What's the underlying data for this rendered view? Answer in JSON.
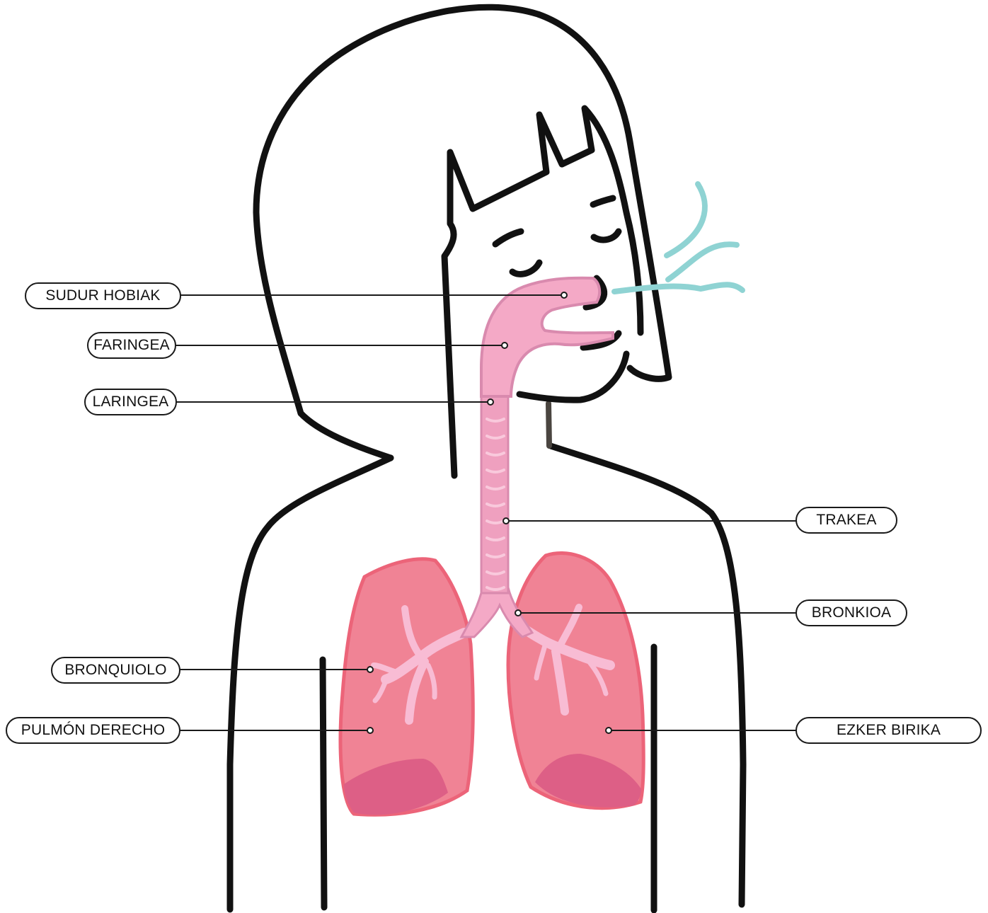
{
  "colors": {
    "outline": "#111111",
    "lung": "#f08395",
    "lung_outline": "#ec6479",
    "lung_base": "#dd5f86",
    "airway": "#f4a9c6",
    "airway_outline": "#d98aae",
    "bronchiole": "#f8bcd4",
    "breath": "#8fd3d3",
    "leader_line": "#1a1a1a"
  },
  "labels": {
    "nasal_cavity": "SUDUR HOBIAK",
    "pharynx": "FARINGEA",
    "larynx": "LARINGEA",
    "trachea": "TRAKEA",
    "bronchus": "BRONKIOA",
    "bronchiole": "BRONQUIOLO",
    "right_lung": "PULMÓN DERECHO",
    "left_lung": "EZKER BIRIKA"
  }
}
